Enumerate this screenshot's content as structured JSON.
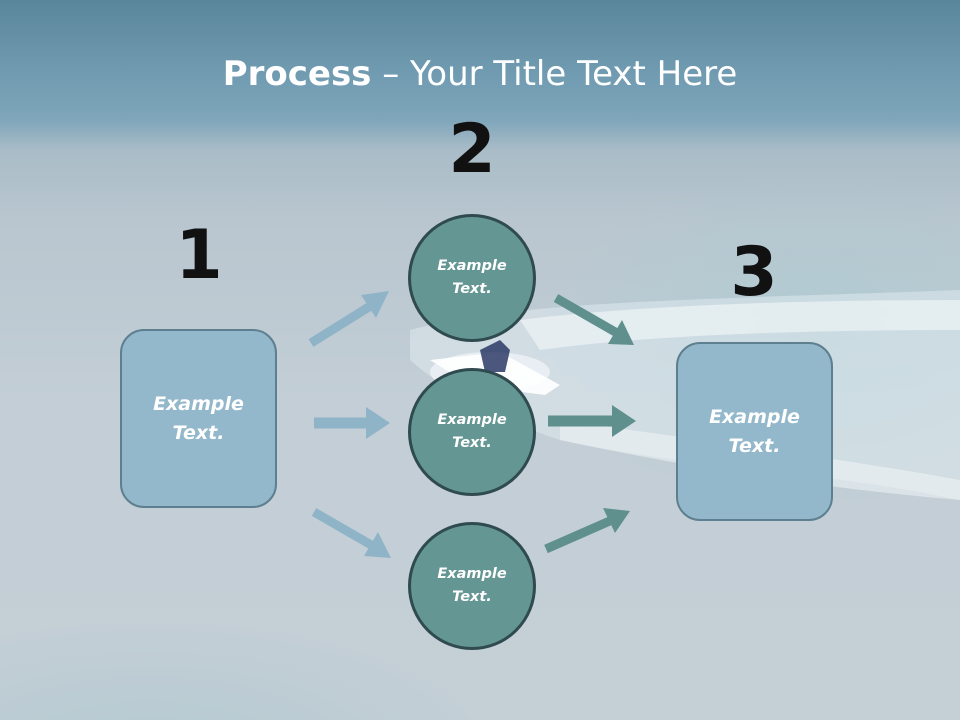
{
  "slide": {
    "title_bold": "Process",
    "title_rest": " – Your Title Text Here"
  },
  "steps": {
    "one": {
      "number": "1",
      "box_line1": "Example",
      "box_line2": "Text."
    },
    "two": {
      "number": "2",
      "circles": [
        {
          "line1": "Example",
          "line2": "Text."
        },
        {
          "line1": "Example",
          "line2": "Text."
        },
        {
          "line1": "Example",
          "line2": "Text."
        }
      ]
    },
    "three": {
      "number": "3",
      "box_line1": "Example",
      "box_line2": "Text."
    }
  },
  "colors": {
    "box_fill": "#93b8cb",
    "circle_fill": "#649693",
    "arrow_light": "#8fb4c7",
    "arrow_dark": "#5f908e"
  }
}
